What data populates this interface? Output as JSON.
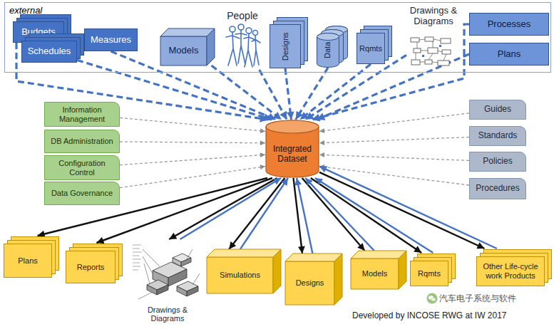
{
  "diagram": {
    "nodes": [
      {
        "text": [
          "external"
        ]
      },
      {
        "text": [
          "Budgets"
        ],
        "in": 0
      },
      {
        "text": [
          "Schedules"
        ],
        "in": 0
      },
      {
        "text": [
          "Measures"
        ],
        "in": 0
      },
      {
        "text": [
          "Models"
        ],
        "in": 0
      },
      {
        "text": [
          "People"
        ],
        "in": 0
      },
      {
        "text": [
          "Designs"
        ],
        "in": 0
      },
      {
        "text": [
          "Data"
        ],
        "in": 0
      },
      {
        "text": [
          "Rqmts"
        ],
        "in": 0
      },
      {
        "text": [
          "Drawings & Diagrams"
        ],
        "in": 0
      },
      {
        "text": [
          "Processes"
        ],
        "in": 0
      },
      {
        "text": [
          "Plans"
        ],
        "in": 0
      },
      {
        "text": [
          "Information Management"
        ]
      },
      {
        "text": [
          "DB Administration"
        ]
      },
      {
        "text": [
          "Configuration Control"
        ]
      },
      {
        "text": [
          "Data Governance"
        ]
      },
      {
        "text": [
          "Integrated Dataset"
        ]
      },
      {
        "text": [
          "Guides"
        ]
      },
      {
        "text": [
          "Standards"
        ]
      },
      {
        "text": [
          "Policies"
        ]
      },
      {
        "text": [
          "Procedures"
        ]
      },
      {
        "text": [
          "Plans"
        ]
      },
      {
        "text": [
          "Reports"
        ]
      },
      {
        "text": [
          "Drawings & Diagrams"
        ]
      },
      {
        "text": [
          "Simulations"
        ]
      },
      {
        "text": [
          "Designs"
        ]
      },
      {
        "text": [
          "Models"
        ]
      },
      {
        "text": [
          "Rqmts"
        ]
      },
      {
        "text": [
          "Other Life-cycle work Products"
        ]
      }
    ],
    "edges": [
      {
        "from": 1,
        "to": 16,
        "arrow": "to"
      },
      {
        "from": 2,
        "to": 16,
        "arrow": "to"
      },
      {
        "from": 3,
        "to": 16,
        "arrow": "to"
      },
      {
        "from": 4,
        "to": 16,
        "arrow": "to"
      },
      {
        "from": 5,
        "to": 16,
        "arrow": "to"
      },
      {
        "from": 6,
        "to": 16,
        "arrow": "to"
      },
      {
        "from": 7,
        "to": 16,
        "arrow": "to"
      },
      {
        "from": 8,
        "to": 16,
        "arrow": "to"
      },
      {
        "from": 9,
        "to": 16,
        "arrow": "to"
      },
      {
        "from": 10,
        "to": 16,
        "arrow": "to"
      },
      {
        "from": 11,
        "to": 16,
        "arrow": "to"
      },
      {
        "from": 12,
        "to": 16,
        "arrow": "to"
      },
      {
        "from": 13,
        "to": 16,
        "arrow": "to"
      },
      {
        "from": 14,
        "to": 16,
        "arrow": "to"
      },
      {
        "from": 15,
        "to": 16,
        "arrow": "to"
      },
      {
        "from": 17,
        "to": 16,
        "arrow": "to"
      },
      {
        "from": 18,
        "to": 16,
        "arrow": "to"
      },
      {
        "from": 19,
        "to": 16,
        "arrow": "to"
      },
      {
        "from": 20,
        "to": 16,
        "arrow": "to"
      },
      {
        "from": 16,
        "to": 21,
        "arrow": "to"
      },
      {
        "from": 16,
        "to": 22,
        "arrow": "to"
      },
      {
        "from": 16,
        "to": 23,
        "arrow": "to"
      },
      {
        "from": 16,
        "to": 24,
        "arrow": "to"
      },
      {
        "from": 16,
        "to": 25,
        "arrow": "to"
      },
      {
        "from": 16,
        "to": 26,
        "arrow": "to"
      },
      {
        "from": 16,
        "to": 27,
        "arrow": "to"
      },
      {
        "from": 16,
        "to": 28,
        "arrow": "to"
      },
      {
        "from": 23,
        "to": 16,
        "arrow": "to"
      },
      {
        "from": 24,
        "to": 16,
        "arrow": "to"
      },
      {
        "from": 25,
        "to": 16,
        "arrow": "to"
      },
      {
        "from": 26,
        "to": 16,
        "arrow": "to"
      },
      {
        "from": 27,
        "to": 16,
        "arrow": "to"
      },
      {
        "from": 28,
        "to": 16,
        "arrow": "to"
      }
    ],
    "labels": [
      "汽车电子系统与软件",
      "Developed by INCOSE RWG at IW 2017"
    ]
  }
}
